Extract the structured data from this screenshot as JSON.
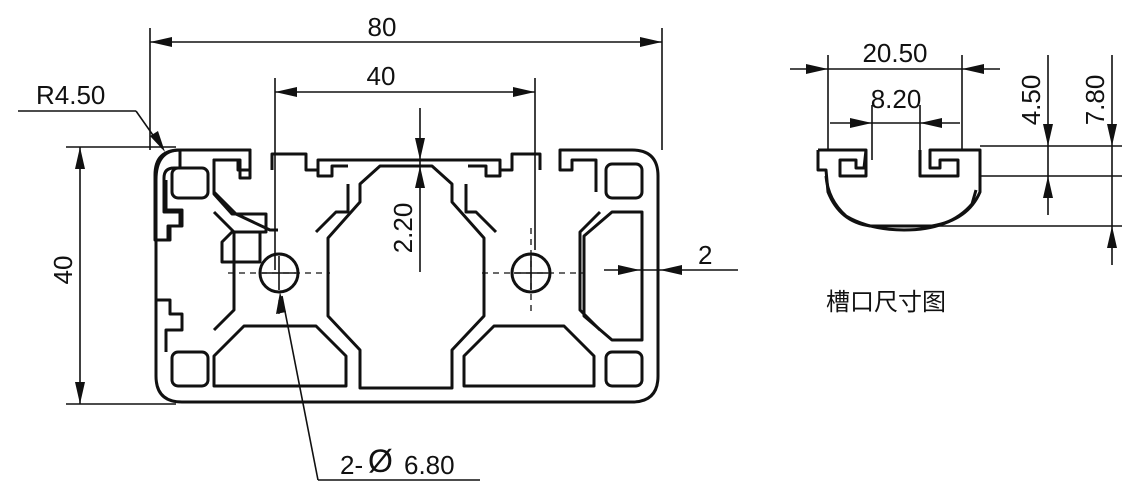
{
  "profile_view": {
    "overall_width": "80",
    "hole_spacing": "40",
    "corner_radius": "R4.50",
    "height": "40",
    "wall_thickness_center": "2.20",
    "wall_thickness_side": "2",
    "holes_callout_prefix": "2-",
    "holes_callout_symbol": "Ø",
    "holes_callout_value": "6.80"
  },
  "slot_view": {
    "slot_outer_width": "20.50",
    "slot_opening_width": "8.20",
    "slot_depth_inner": "4.50",
    "slot_depth_total": "7.80",
    "caption": "槽口尺寸图"
  }
}
